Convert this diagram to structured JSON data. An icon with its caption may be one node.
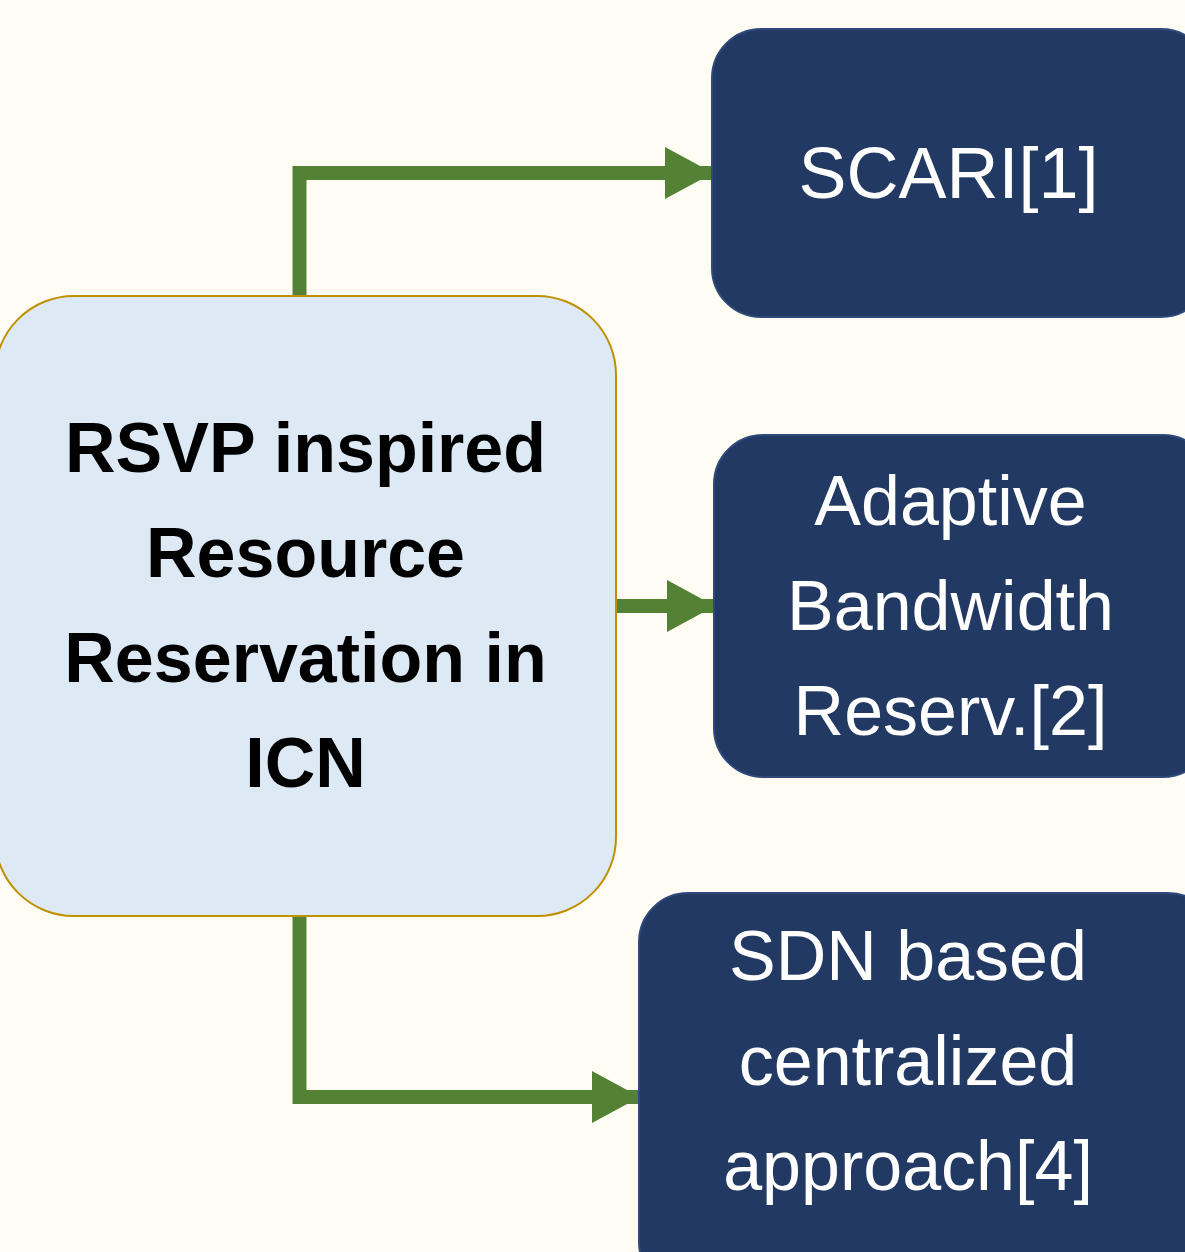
{
  "diagram": {
    "nodes": [
      {
        "text": [
          "RSVP inspired Resource Reservation in ICN"
        ]
      },
      {
        "text": [
          "SCARI[1]"
        ]
      },
      {
        "text": [
          "Adaptive Bandwidth Reserv.[2]"
        ]
      },
      {
        "text": [
          "SDN based centralized approach[4]"
        ]
      }
    ],
    "edges": [
      {
        "from": 0,
        "to": 1,
        "arrow": "to"
      },
      {
        "from": 0,
        "to": 2,
        "arrow": "to"
      },
      {
        "from": 0,
        "to": 3,
        "arrow": "to"
      }
    ]
  }
}
